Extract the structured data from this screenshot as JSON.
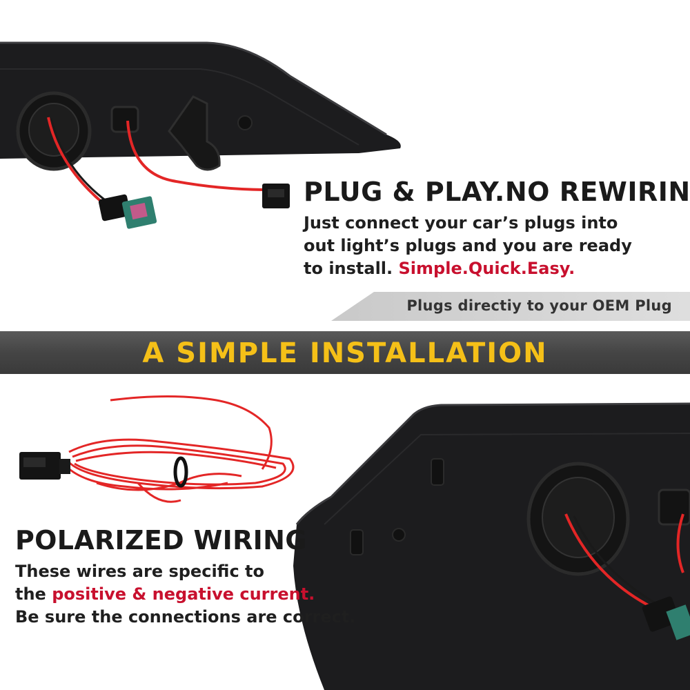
{
  "top": {
    "headline": "PLUG & PLAY.NO REWIRING",
    "line1": "Just connect your car’s plugs into",
    "line2": "out light’s plugs and you are ready",
    "line3_prefix": "to install. ",
    "line3_highlight": "Simple.Quick.Easy.",
    "ribbon": "Plugs directiy to your OEM Plug"
  },
  "band": {
    "title": "A SIMPLE INSTALLATION"
  },
  "bottom": {
    "headline": "POLARIZED WIRING",
    "line1": "These wires are specific to",
    "line2_prefix": "the ",
    "line2_highlight": "positive & negative current.",
    "line3": "Be sure the connections are correct."
  },
  "colors": {
    "highlight_red": "#c8102e",
    "band_title_yellow": "#f5c018",
    "band_gray": "#454545",
    "wire_red": "#e32626",
    "housing_black": "#1c1c1e"
  }
}
